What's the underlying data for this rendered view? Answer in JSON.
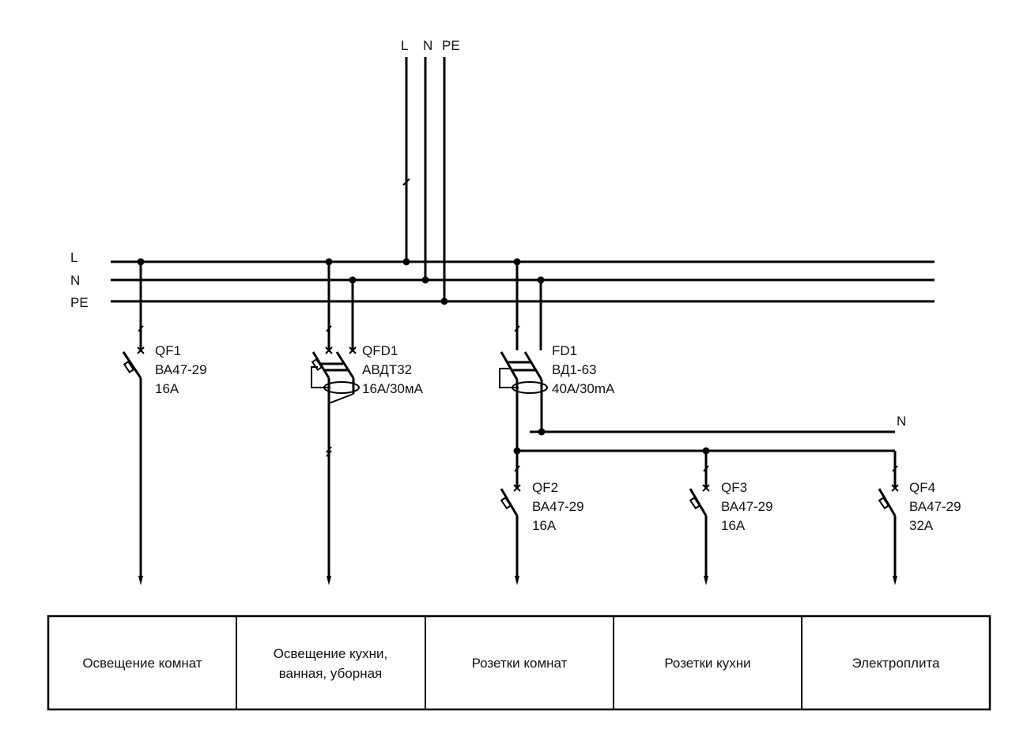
{
  "supply": {
    "labels": [
      "L",
      "N",
      "PE"
    ]
  },
  "buses": [
    {
      "id": "L",
      "label": "L"
    },
    {
      "id": "N",
      "label": "N"
    },
    {
      "id": "PE",
      "label": "PE"
    }
  ],
  "devices": [
    {
      "id": "qf1",
      "designation": "QF1",
      "model": "ВА47-29",
      "rating": "16A",
      "type": "breaker"
    },
    {
      "id": "qfd1",
      "designation": "QFD1",
      "model": "АВДТ32",
      "rating": "16А/30мА",
      "type": "rcbo"
    },
    {
      "id": "fd1",
      "designation": "FD1",
      "model": "ВД1-63",
      "rating": "40A/30mA",
      "type": "rcd"
    },
    {
      "id": "qf2",
      "designation": "QF2",
      "model": "ВА47-29",
      "rating": "16A",
      "type": "breaker"
    },
    {
      "id": "qf3",
      "designation": "QF3",
      "model": "ВА47-29",
      "rating": "16A",
      "type": "breaker"
    },
    {
      "id": "qf4",
      "designation": "QF4",
      "model": "ВА47-29",
      "rating": "32A",
      "type": "breaker"
    }
  ],
  "rcd_neutral_label": "N",
  "loads": [
    {
      "lines": [
        "Освещение комнат"
      ]
    },
    {
      "lines": [
        "Освещение кухни,",
        "ванная, уборная"
      ]
    },
    {
      "lines": [
        "Розетки комнат"
      ]
    },
    {
      "lines": [
        "Розетки кухни"
      ]
    },
    {
      "lines": [
        "Электроплита"
      ]
    }
  ],
  "colors": {
    "line": "#000000",
    "background": "#ffffff"
  }
}
